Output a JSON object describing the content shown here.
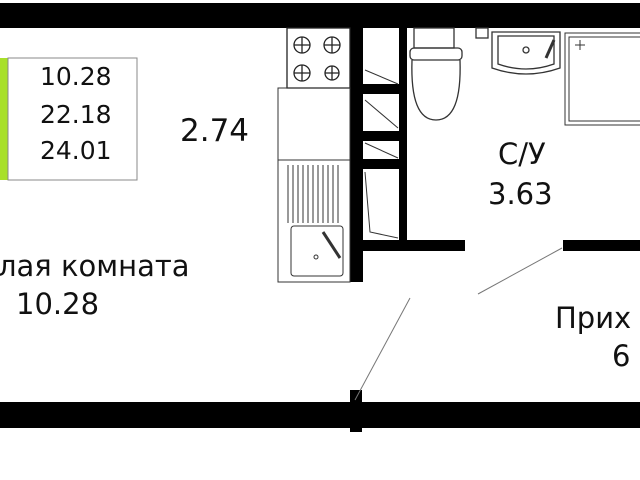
{
  "legend": {
    "accent_color": "#a8e02a",
    "values": [
      "10.28",
      "22.18",
      "24.01"
    ]
  },
  "rooms": {
    "kitchen_area": "2.74",
    "bathroom_name": "С/У",
    "bathroom_area": "3.63",
    "living_name": "лая комната",
    "living_area": "10.28",
    "hall_name": "Прих",
    "hall_area": "6"
  }
}
